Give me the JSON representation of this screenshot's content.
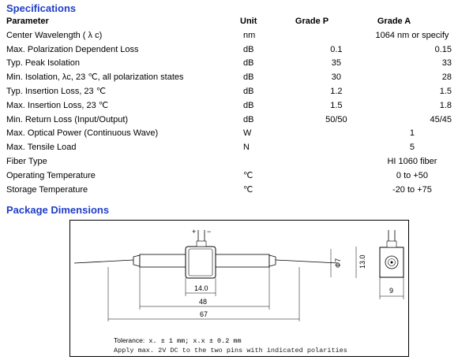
{
  "specs": {
    "title": "Specifications",
    "headers": {
      "parameter": "Parameter",
      "unit": "Unit",
      "grade_p": "Grade P",
      "grade_a": "Grade A"
    },
    "rows": [
      {
        "param": "Center Wavelength ( λ c)",
        "unit": "nm",
        "span": "1064 nm or specify"
      },
      {
        "param": "Max. Polarization Dependent Loss",
        "unit": "dB",
        "p": "0.1",
        "a": "0.15"
      },
      {
        "param": "Typ. Peak Isolation",
        "unit": "dB",
        "p": "35",
        "a": "33"
      },
      {
        "param": "Min. Isolation, λc, 23 ℃, all polarization states",
        "unit": "dB",
        "p": "30",
        "a": "28"
      },
      {
        "param": "Typ. Insertion Loss, 23 ℃",
        "unit": "dB",
        "p": "1.2",
        "a": "1.5"
      },
      {
        "param": "Max. Insertion Loss, 23 ℃",
        "unit": "dB",
        "p": "1.5",
        "a": "1.8"
      },
      {
        "param": "Min. Return Loss (Input/Output)",
        "unit": "dB",
        "p": "50/50",
        "a": "45/45"
      },
      {
        "param": "Max. Optical Power (Continuous Wave)",
        "unit": "W",
        "span": "1"
      },
      {
        "param": "Max. Tensile Load",
        "unit": "N",
        "span": "5"
      },
      {
        "param": "Fiber Type",
        "unit": "",
        "span": "HI 1060 fiber"
      },
      {
        "param": "Operating Temperature",
        "unit": "℃",
        "span": "0 to +50"
      },
      {
        "param": "Storage Temperature",
        "unit": "℃",
        "span": "-20 to +75"
      }
    ]
  },
  "package": {
    "title": "Package Dimensions",
    "dims": {
      "d14": "14.0",
      "d48": "48",
      "d67": "67",
      "phi7": "Φ7",
      "d13": "13.0",
      "d9": "9",
      "plus": "+",
      "minus": "−"
    },
    "tolerance_label": "Tolerance:",
    "tolerance_value": " x. ± 1 mm; x.x ± 0.2 mm",
    "apply_note": "Apply max. 2V DC to the two pins with indicated polarities"
  }
}
